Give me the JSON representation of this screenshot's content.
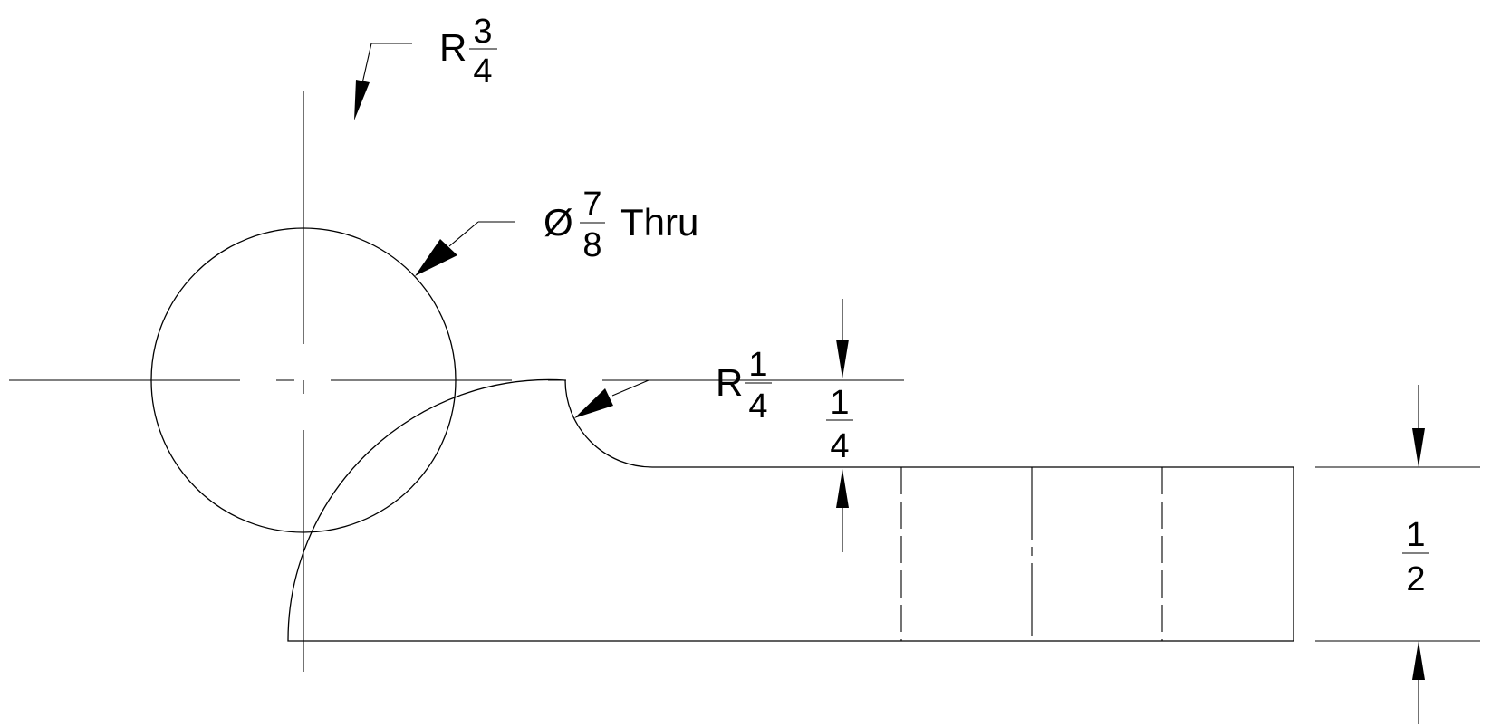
{
  "dimensions": {
    "outer_radius": {
      "prefix": "R",
      "num": "3",
      "den": "4"
    },
    "hole_diameter": {
      "prefix": "Ø",
      "num": "7",
      "den": "8",
      "suffix": "Thru"
    },
    "fillet_radius": {
      "prefix": "R",
      "num": "1",
      "den": "4"
    },
    "arm_offset": {
      "num": "1",
      "den": "4"
    },
    "arm_thickness": {
      "num": "1",
      "den": "2"
    }
  }
}
